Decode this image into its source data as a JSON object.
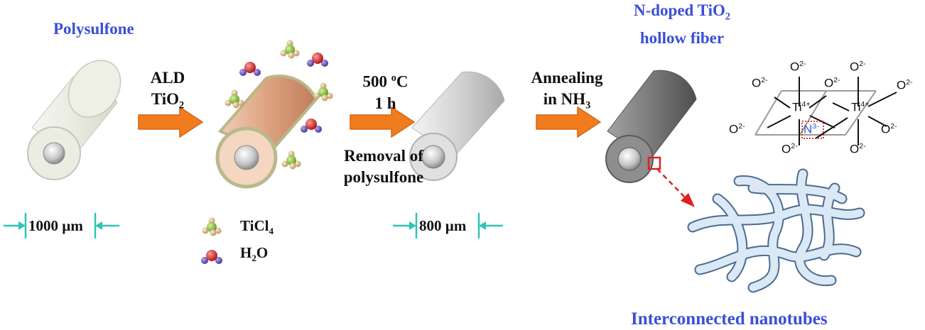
{
  "labels": {
    "polysulfone_title": "Polysulfone",
    "ald_line1": "ALD",
    "tio2_base": "TiO",
    "tio2_sub": "2",
    "temp_value": "500",
    "temp_sup": "o",
    "temp_unit": "C",
    "time": "1 h",
    "removal_line1": "Removal of",
    "removal_line2": "polysulfone",
    "annealing_line1": "Annealing",
    "annealing_in": "in NH",
    "annealing_sub": "3",
    "ndoped_line1_base": "N-doped TiO",
    "ndoped_line1_sub": "2",
    "ndoped_line2": "hollow fiber",
    "interconnected": "Interconnected nanotubes"
  },
  "dimensions": {
    "d1": "1000 µm",
    "d2": "800 µm"
  },
  "legend": {
    "ticl4_base": "TiCl",
    "ticl4_sub": "4",
    "h2o_h": "H",
    "h2o_sub": "2",
    "h2o_o": "O"
  },
  "structure": {
    "o_label": "O",
    "o_charge": "2-",
    "ti_label": "Ti",
    "ti_charge": "4+",
    "n_label": "N",
    "n_charge": "3-"
  },
  "colors": {
    "label_blue": "#3a4fd6",
    "arrow_orange": "#f07c1e",
    "dimension_cyan": "#2ec4b6",
    "highlight_red": "#e02020",
    "n_blue": "#2a5bd6",
    "nanotube_blue": "#dbe8f5"
  }
}
